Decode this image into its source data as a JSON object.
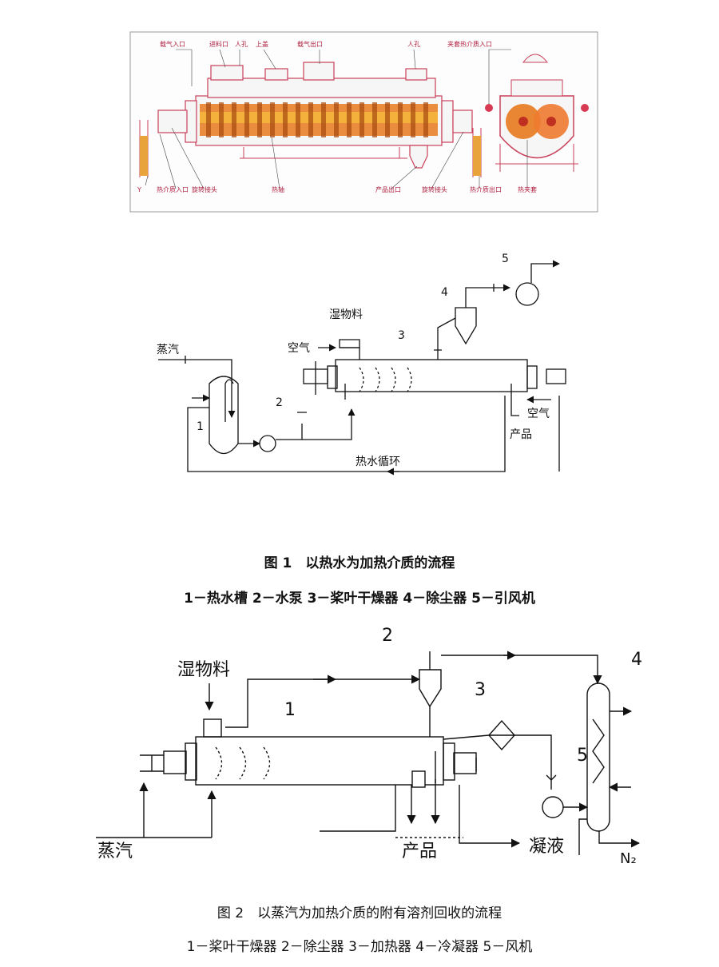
{
  "top": {
    "labels": {
      "carrier_in": "载气入口",
      "feed": "进料口",
      "manhole1": "人孔",
      "top_cover": "上盖",
      "carrier_out": "载气出口",
      "manhole2": "人孔",
      "jacket_in": "夹套热介质入口",
      "y_mark": "Y",
      "heat_in": "热介质入口",
      "rotary_joint1": "旋转接头",
      "hot_shaft": "热轴",
      "product_out": "产品出口",
      "rotary_joint2": "旋转接头",
      "heat_out": "热介质出口",
      "jacket": "热夹套"
    },
    "colors": {
      "paddle": "#e87a1e",
      "paddle_light": "#f4b23c",
      "line": "#d83a54"
    }
  },
  "fig1": {
    "labels": {
      "n1": "1",
      "n2": "2",
      "n3": "3",
      "n4": "4",
      "n5": "5",
      "steam": "蒸汽",
      "wet_material": "湿物料",
      "air_in": "空气",
      "air_out": "空气",
      "product": "产品",
      "hot_water_loop": "热水循环"
    },
    "caption": "图 1　以热水为加热介质的流程",
    "legend": "1－热水槽  2－水泵  3－桨叶干燥器  4－除尘器  5－引风机"
  },
  "fig2": {
    "labels": {
      "n1": "1",
      "n2": "2",
      "n3": "3",
      "n4": "4",
      "n5": "5",
      "wet_material": "湿物料",
      "steam": "蒸汽",
      "product": "产品",
      "condensate": "凝液",
      "n2_gas": "N₂"
    },
    "caption": "图 2　以蒸汽为加热介质的附有溶剂回收的流程",
    "legend": "1－桨叶干燥器  2－除尘器  3－加热器  4－冷凝器  5－风机"
  }
}
